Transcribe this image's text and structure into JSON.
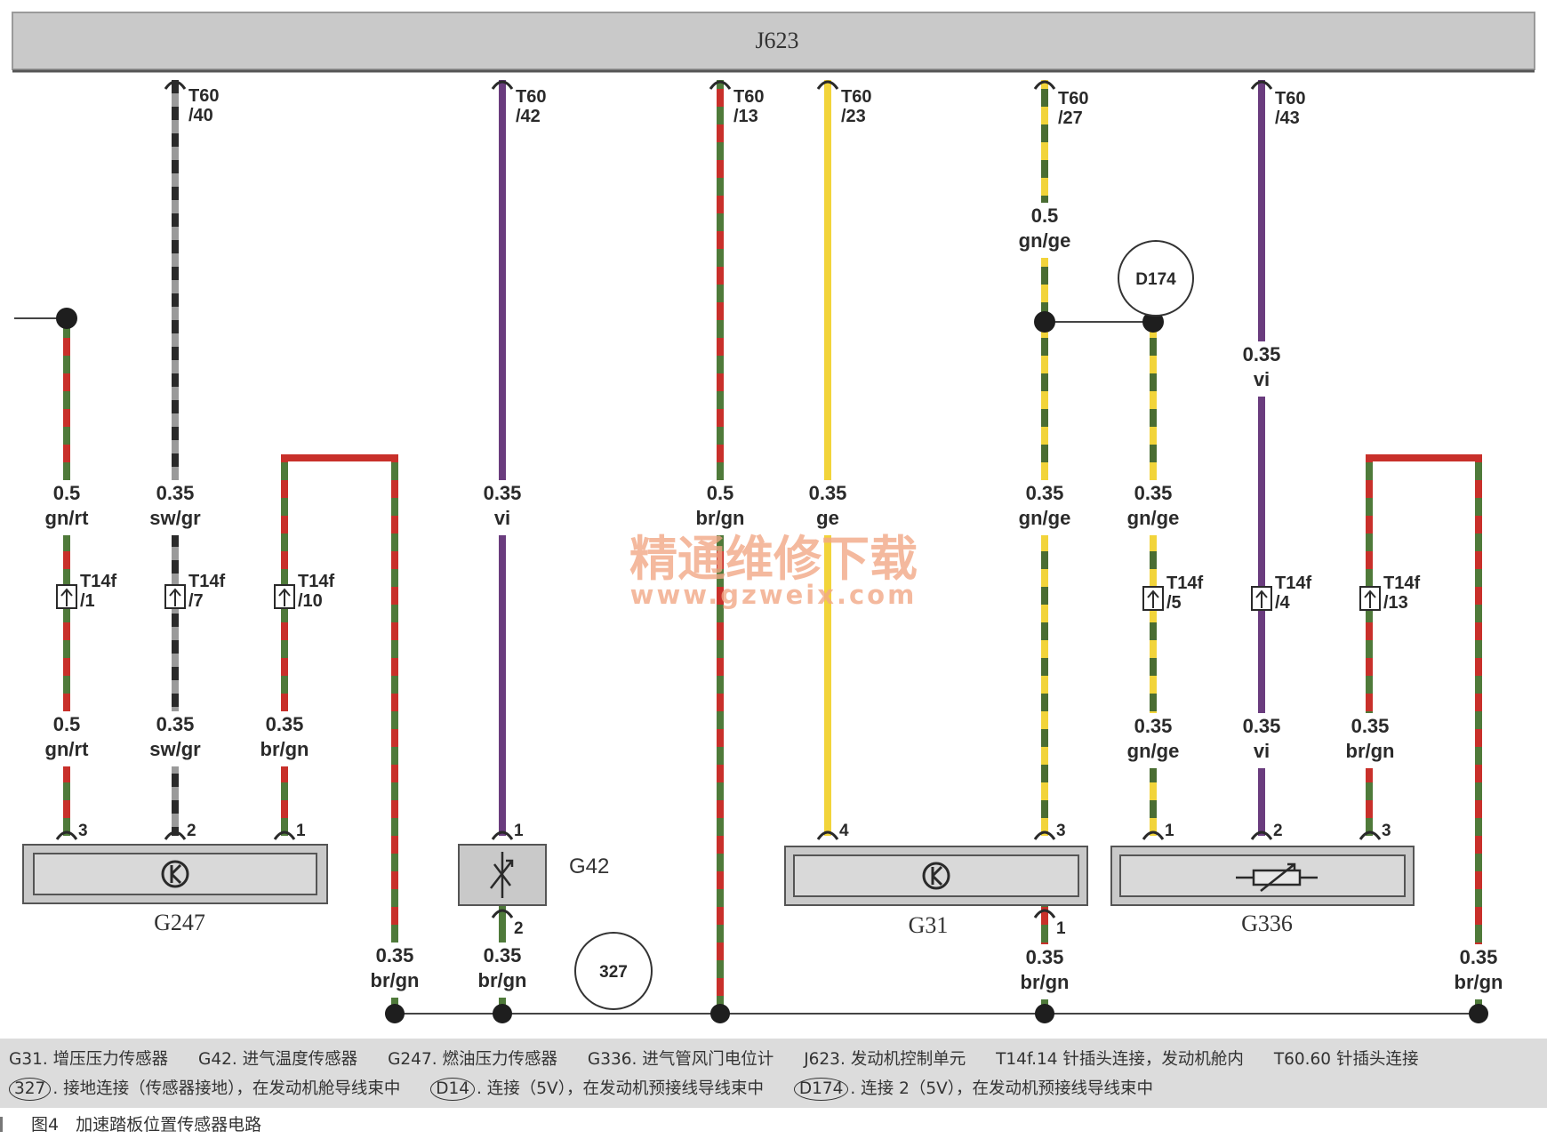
{
  "controller": {
    "label": "J623"
  },
  "t60_pins": [
    "T60\n/40",
    "T60\n/42",
    "T60\n/13",
    "T60\n/23",
    "T60\n/27",
    "T60\n/43"
  ],
  "t14f_pins": [
    "T14f\n/1",
    "T14f\n/7",
    "T14f\n/10",
    "T14f\n/5",
    "T14f\n/4",
    "T14f\n/13"
  ],
  "wire_labels": {
    "top": [
      {
        "size": "0.5",
        "color": "gn/rt"
      },
      {
        "size": "0.35",
        "color": "sw/gr"
      },
      {
        "size": "0.35",
        "color": "vi"
      },
      {
        "size": "0.5",
        "color": "br/gn"
      },
      {
        "size": "0.35",
        "color": "ge"
      },
      {
        "size": "0.5",
        "color": "gn/ge"
      },
      {
        "size": "0.35",
        "color": "gn/ge"
      },
      {
        "size": "0.35",
        "color": "gn/ge"
      },
      {
        "size": "0.35",
        "color": "vi"
      }
    ],
    "bottom": [
      {
        "size": "0.5",
        "color": "gn/rt"
      },
      {
        "size": "0.35",
        "color": "sw/gr"
      },
      {
        "size": "0.35",
        "color": "br/gn"
      },
      {
        "size": "0.35",
        "color": "gn/ge"
      },
      {
        "size": "0.35",
        "color": "vi"
      },
      {
        "size": "0.35",
        "color": "br/gn"
      }
    ],
    "ground": [
      {
        "size": "0.35",
        "color": "br/gn"
      },
      {
        "size": "0.35",
        "color": "br/gn"
      },
      {
        "size": "0.35",
        "color": "br/gn"
      },
      {
        "size": "0.35",
        "color": "br/gn"
      }
    ]
  },
  "components": {
    "g247": {
      "label": "G247",
      "pins": [
        "3",
        "2",
        "1"
      ]
    },
    "g42": {
      "label": "G42",
      "pins": [
        "1",
        "2"
      ]
    },
    "g31": {
      "label": "G31",
      "pins": [
        "4",
        "3",
        "1"
      ]
    },
    "g336": {
      "label": "G336",
      "pins": [
        "1",
        "2",
        "3"
      ]
    }
  },
  "circles": {
    "d174": "D174",
    "ground327": "327"
  },
  "watermark": {
    "cn": "精通维修下载",
    "url": "www.gzweix.com"
  },
  "legend": {
    "line1": [
      "G31. 增压压力传感器",
      "G42. 进气温度传感器",
      "G247. 燃油压力传感器",
      "G336. 进气管风门电位计",
      "J623. 发动机控制单元",
      "T14f.14 针插头连接，发动机舱内",
      "T60.60 针插头连接"
    ],
    "line2": [
      {
        "tag": "327",
        "text": ". 接地连接（传感器接地），在发动机舱导线束中"
      },
      {
        "tag": "D14",
        "text": ". 连接（5V），在发动机预接线导线束中"
      },
      {
        "tag": "D174",
        "text": ". 连接 2（5V），在发动机预接线导线束中"
      }
    ]
  },
  "caption": "图4　加速踏板位置传感器电路",
  "colors": {
    "green": "#4f7a3a",
    "red": "#c8302a",
    "yellow": "#f2d43a",
    "violet": "#6a3c7e",
    "black": "#2a2a2a",
    "grey": "#9a9a9a",
    "bar": "#c9c9c9",
    "legend_bg": "#dcdcdc"
  }
}
